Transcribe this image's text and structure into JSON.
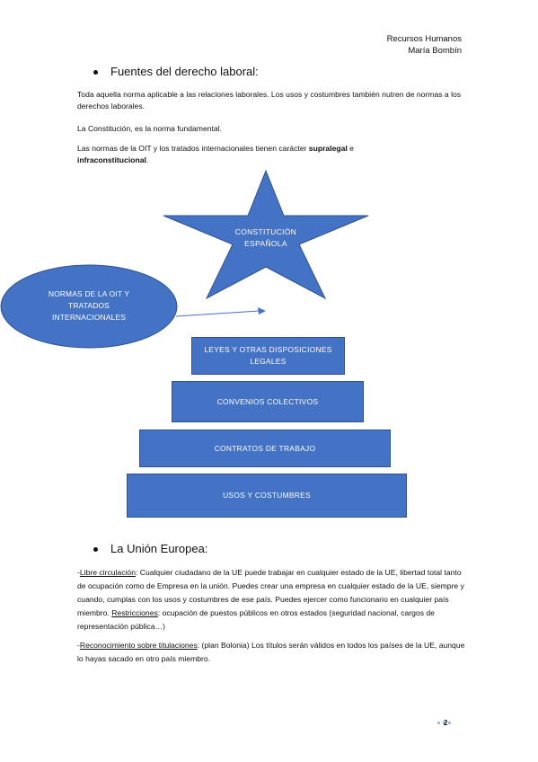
{
  "header": {
    "line1": "Recursos Humanos",
    "line2": "María Bombín"
  },
  "section1": {
    "title": "Fuentes del derecho laboral:",
    "p1": "Toda aquella norma aplicable a las relaciones laborales. Los usos y costumbres también nutren de normas a los derechos laborales.",
    "p2": "La Constitución, es la norma fundamental.",
    "p3_pre": "Las normas de la OIT y los tratados internacionales tienen carácter ",
    "p3_b1": "supralegal",
    "p3_mid": " e ",
    "p3_b2": "infraconstitucional",
    "p3_end": "."
  },
  "diagram": {
    "star_line1": "CONSTITUCIÓN",
    "star_line2": "ESPAÑOLA",
    "ellipse_line1": "NORMAS DE LA OIT Y",
    "ellipse_line2": "TRATADOS",
    "ellipse_line3": "INTERNACIONALES",
    "level1_line1": "LEYES Y OTRAS DISPOSICIONES",
    "level1_line2": "LEGALES",
    "level2": "CONVENIOS COLECTIVOS",
    "level3": "CONTRATOS DE TRABAJO",
    "level4": "USOS Y COSTUMBRES",
    "fill_color": "#4472c4"
  },
  "section2": {
    "title": "La Unión Europea:",
    "p1_dash": "-",
    "p1_u1": "Libre circulación",
    "p1_body": ": Cualquier ciudadano de la UE puede trabajar en cualquier estado de la UE, libertad total tanto de ocupación como de Empresa en la unión. Puedes crear una empresa en cualquier estado de la UE, siempre y cuando, cumplas con los usos y costumbres de ese país. Puedes ejercer como funcionario en cualquier país miembro. ",
    "p1_u2": "Restricciones",
    "p1_end": ": ocupación de puestos públicos en otros estados (seguridad nacional, cargos de representación pública…)",
    "p2_dash": "-",
    "p2_u1": "Reconocimiento sobre titulaciones",
    "p2_body": ": (plan Bolonia) Los títulos serán válidos en todos los países de la UE, aunque lo hayas sacado en otro país miembro."
  },
  "footer": {
    "page_number": "2"
  }
}
